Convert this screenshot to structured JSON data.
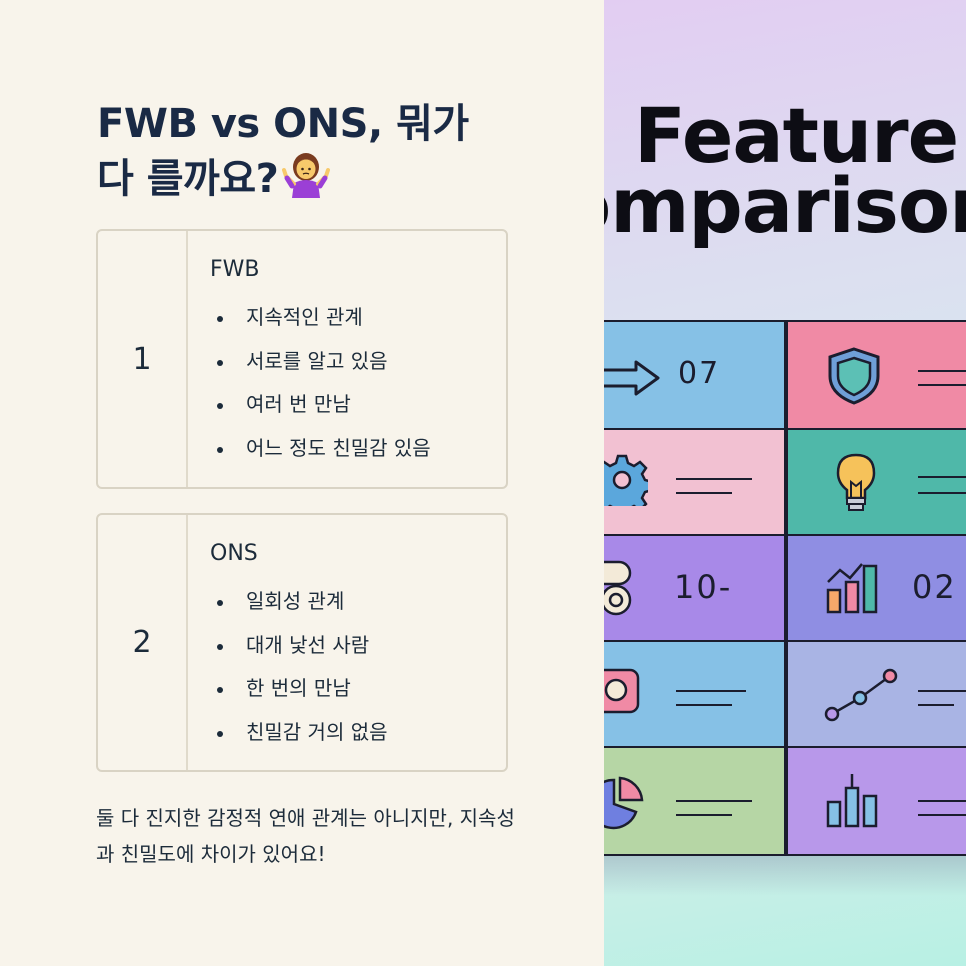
{
  "title": "FWB vs ONS, 뭐가 다 를까요?",
  "title_emoji": "person-shrugging-emoji",
  "cards": [
    {
      "number": "1",
      "heading": "FWB",
      "items": [
        "지속적인 관계",
        "서로를 알고 있음",
        "여러 번 만남",
        "어느 정도 친밀감 있음"
      ]
    },
    {
      "number": "2",
      "heading": "ONS",
      "items": [
        "일회성 관계",
        "대개 낯선 사람",
        "한 번의 만남",
        "친밀감 거의 없음"
      ]
    }
  ],
  "summary": "둘 다 진지한 감정적 연애 관계는 아니지만, 지속성과 친밀도에 차이가 있어요!",
  "illustration": {
    "title_line1": "Feature",
    "title_line2": "omparison",
    "tile_labels": [
      "07",
      "10-",
      "02"
    ],
    "tile_icons": [
      "arrow-icon",
      "shield-icon",
      "gear-icon",
      "lightbulb-icon",
      "pill-icon",
      "bar-chart-icon",
      "camera-icon",
      "line-chart-icon",
      "pie-chart-icon",
      "bar-chart-icon"
    ],
    "colors": {
      "blue": "#86c1e6",
      "pink": "#f08aa5",
      "light_pink": "#f2c1d2",
      "teal": "#4fb8a9",
      "purple": "#a889e8",
      "periwinkle": "#8f8ee3",
      "green": "#b6d6a5",
      "lilac": "#b898ea",
      "gray_blue": "#a9b4e4"
    }
  }
}
